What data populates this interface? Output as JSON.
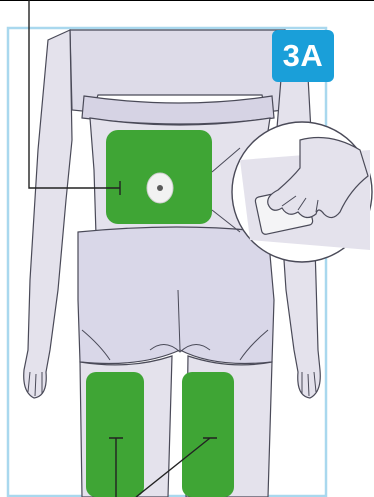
{
  "figure": {
    "step_badge": "3A"
  },
  "colors": {
    "frame_border": "#a9d8ee",
    "badge_background": "#1a9fd9",
    "badge_text": "#ffffff",
    "body_fill": "#e4e2ec",
    "clothing_fill": "#d9d7e8",
    "outline": "#4a4a58",
    "injection_zone": "#3fa535",
    "leader_line": "#222222",
    "site_marker": "#ffffff"
  },
  "regions": {
    "abdomen_zone": "injection-site-abdomen",
    "left_thigh_zone": "injection-site-left-thigh",
    "right_thigh_zone": "injection-site-right-thigh",
    "inset": "hand-pressing-patch-inset"
  }
}
